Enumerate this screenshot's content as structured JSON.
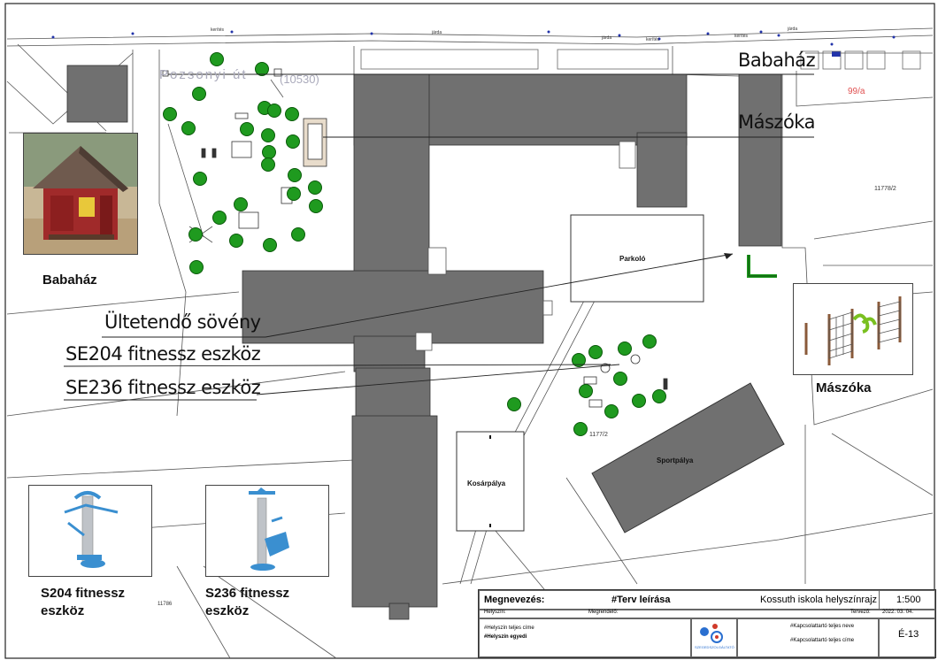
{
  "map": {
    "street_name": "Pozsonyi út",
    "street_number": "(10530)",
    "house_number": "99/a",
    "parcels": [
      "11778/2",
      "1177/2",
      "11786"
    ],
    "small_labels": [
      "járda",
      "kerítés",
      "járda",
      "kerítés",
      "járda",
      "kerítés"
    ],
    "areas": {
      "parking": "Parkoló",
      "basketball": "Kosárpálya",
      "sports": "Sportpálya"
    }
  },
  "callouts": {
    "babahaz": "Babaház",
    "maszoka": "Mászóka",
    "soveny": "Ültetendő sövény",
    "se204": "SE204 fitnessz eszköz",
    "se236": "SE236 fitnessz eszköz"
  },
  "photos": {
    "babahaz_caption": "Babaház",
    "maszoka_caption": "Mászóka",
    "s204_caption_line1": "S204 fitnessz",
    "s204_caption_line2": "eszköz",
    "s236_caption_line1": "S236 fitnessz",
    "s236_caption_line2": "eszköz"
  },
  "titleblock": {
    "megnevezes_label": "Megnevezés:",
    "terv_leiras": "#Terv leírása",
    "project": "Kossuth iskola helyszínrajz",
    "scale": "1:500",
    "helyszin_label": "Helyszín:",
    "megrendelo_label": "Megrendelő:",
    "tervezo_label": "Tervező:",
    "date": "2022. 03. 04.",
    "helyszin_cime": "#Helyszín teljes címe",
    "helyszin_egyedi": "#Helyszín egyedi",
    "kapcsolattarto_nev": "#Kapcsolattartó teljes neve",
    "kapcsolattarto_cim": "#Kapcsolattartó teljes címe",
    "sheet": "É-13",
    "logo_text": "SZEGEDSZOLGÁLTATÓ"
  },
  "colors": {
    "building": "#707070",
    "tree": "#1f9a1f",
    "line": "#333333",
    "marker": "#2233aa",
    "house_number": "#e05050"
  }
}
